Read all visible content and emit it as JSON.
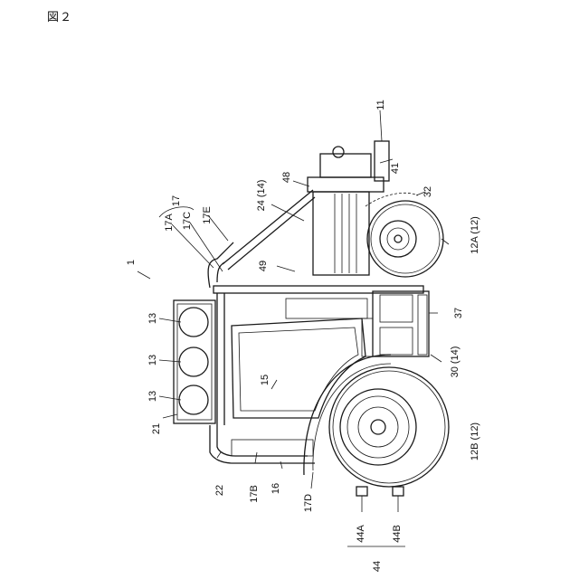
{
  "figure": {
    "title": "図２"
  },
  "labels": {
    "l1": "1",
    "l11": "11",
    "l13a": "13",
    "l13b": "13",
    "l13c": "13",
    "l15": "15",
    "l16": "16",
    "l17": "17",
    "l17a": "17A",
    "l17b": "17B",
    "l17c": "17C",
    "l17d": "17D",
    "l17e": "17E",
    "l21": "21",
    "l22": "22",
    "l24": "24 (14)",
    "l30": "30 (14)",
    "l32": "32",
    "l37": "37",
    "l41": "41",
    "l44": "44",
    "l44a": "44A",
    "l44b": "44B",
    "l48": "48",
    "l49": "49",
    "l12a": "12A (12)",
    "l12b": "12B (12)"
  }
}
